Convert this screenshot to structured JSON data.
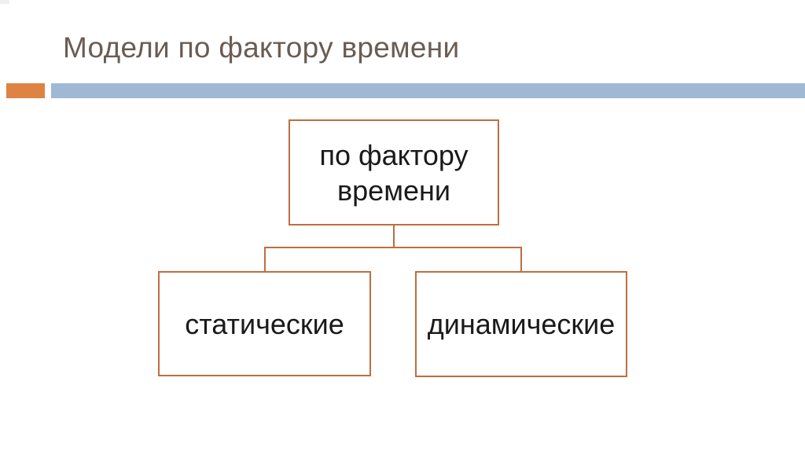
{
  "slide": {
    "title": "Модели по фактору времени"
  },
  "diagram": {
    "root": {
      "label": "по фактору времени"
    },
    "children": [
      {
        "label": "статические"
      },
      {
        "label": "динамические"
      }
    ]
  },
  "colors": {
    "title_color": "#6A5C53",
    "accent_orange": "#DE8344",
    "accent_blue": "#9FB9D4",
    "box_border": "#BF6E3F",
    "box_text": "#1A1A1A"
  }
}
